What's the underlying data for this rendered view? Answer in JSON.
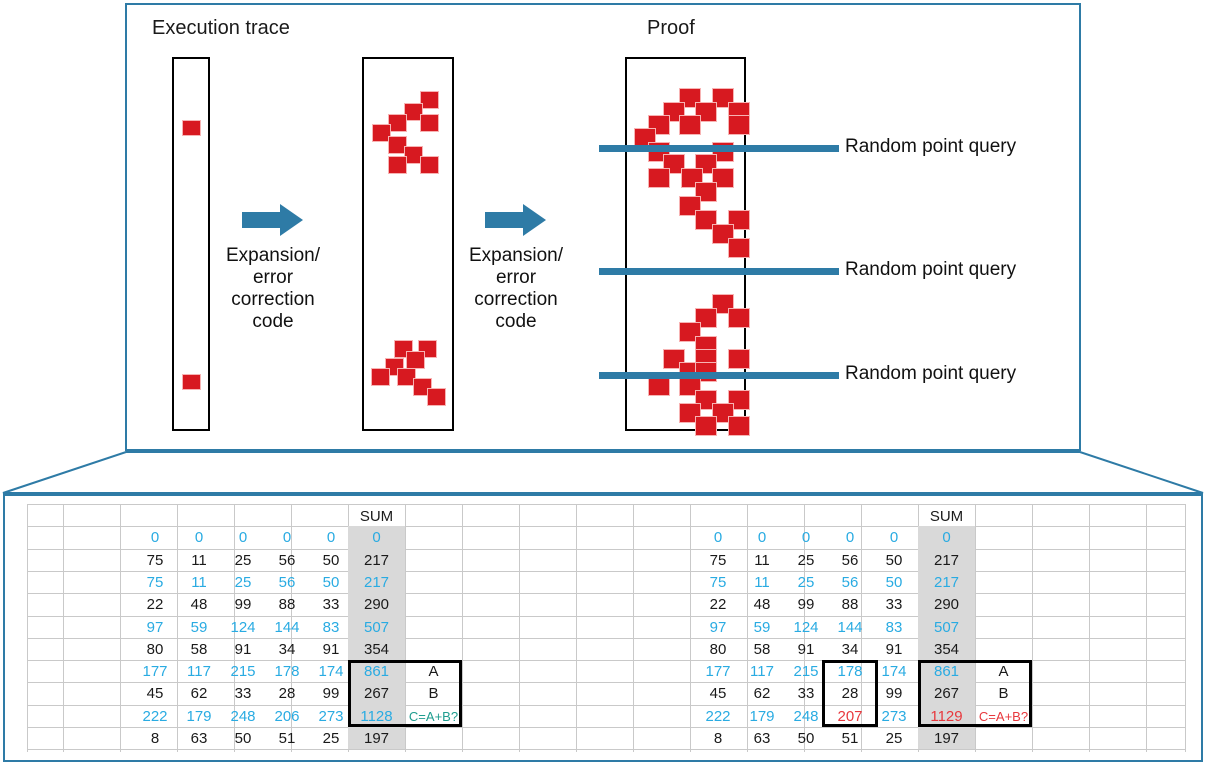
{
  "diagram": {
    "titles": {
      "left": "Execution trace",
      "right": "Proof"
    },
    "arrow_label": "Expansion/\nerror\ncorrection\ncode",
    "arrow_lines": [
      "Expansion/",
      "error",
      "correction",
      "code"
    ],
    "query_label": "Random point query",
    "queries": [
      "Random point query",
      "Random point query",
      "Random point query"
    ],
    "colors": {
      "frame": "#2E7BA6",
      "square": "#D71920",
      "arrow": "#2E7BA6",
      "query_line": "#2E7BA6",
      "box_border": "#000000"
    }
  },
  "table": {
    "sum_header": "SUM",
    "labels": {
      "a": "A",
      "b": "B",
      "c": "C=A+B?"
    },
    "colors": {
      "blue": "#29ABE2",
      "red": "#E8383D",
      "teal": "#1F9D8F",
      "dark": "#1a1a1a",
      "shade": "#d9d9d9",
      "gridline": "#c9c9c9"
    },
    "left": {
      "header": "SUM",
      "rows": [
        {
          "values": [
            "0",
            "0",
            "0",
            "0",
            "0"
          ],
          "sum": "0",
          "style": "blue"
        },
        {
          "values": [
            "75",
            "11",
            "25",
            "56",
            "50"
          ],
          "sum": "217",
          "style": "dark"
        },
        {
          "values": [
            "75",
            "11",
            "25",
            "56",
            "50"
          ],
          "sum": "217",
          "style": "blue"
        },
        {
          "values": [
            "22",
            "48",
            "99",
            "88",
            "33"
          ],
          "sum": "290",
          "style": "dark"
        },
        {
          "values": [
            "97",
            "59",
            "124",
            "144",
            "83"
          ],
          "sum": "507",
          "style": "blue"
        },
        {
          "values": [
            "80",
            "58",
            "91",
            "34",
            "91"
          ],
          "sum": "354",
          "style": "dark"
        },
        {
          "values": [
            "177",
            "117",
            "215",
            "178",
            "174"
          ],
          "sum": "861",
          "style": "blue"
        },
        {
          "values": [
            "45",
            "62",
            "33",
            "28",
            "99"
          ],
          "sum": "267",
          "style": "dark"
        },
        {
          "values": [
            "222",
            "179",
            "248",
            "206",
            "273"
          ],
          "sum": "1128",
          "style": "blue"
        },
        {
          "values": [
            "8",
            "63",
            "50",
            "51",
            "25"
          ],
          "sum": "197",
          "style": "dark"
        }
      ],
      "annotations": {
        "a": "A",
        "b": "B",
        "c": "C=A+B?",
        "c_color": "teal"
      },
      "highlight": {
        "sum_box": true,
        "col_box": false
      }
    },
    "right": {
      "header": "SUM",
      "rows": [
        {
          "values": [
            "0",
            "0",
            "0",
            "0",
            "0"
          ],
          "sum": "0",
          "style": "blue"
        },
        {
          "values": [
            "75",
            "11",
            "25",
            "56",
            "50"
          ],
          "sum": "217",
          "style": "dark"
        },
        {
          "values": [
            "75",
            "11",
            "25",
            "56",
            "50"
          ],
          "sum": "217",
          "style": "blue"
        },
        {
          "values": [
            "22",
            "48",
            "99",
            "88",
            "33"
          ],
          "sum": "290",
          "style": "dark"
        },
        {
          "values": [
            "97",
            "59",
            "124",
            "144",
            "83"
          ],
          "sum": "507",
          "style": "blue"
        },
        {
          "values": [
            "80",
            "58",
            "91",
            "34",
            "91"
          ],
          "sum": "354",
          "style": "dark"
        },
        {
          "values": [
            "177",
            "117",
            "215",
            "178",
            "174"
          ],
          "sum": "861",
          "style": "blue"
        },
        {
          "values": [
            "45",
            "62",
            "33",
            "28",
            "99"
          ],
          "sum": "267",
          "style": "dark"
        },
        {
          "values": [
            "222",
            "179",
            "248",
            "207",
            "273"
          ],
          "sum": "1129",
          "style": "blue",
          "tamper_col": 3,
          "sum_color": "red"
        },
        {
          "values": [
            "8",
            "63",
            "50",
            "51",
            "25"
          ],
          "sum": "197",
          "style": "dark"
        }
      ],
      "annotations": {
        "a": "A",
        "b": "B",
        "c": "C=A+B?",
        "c_color": "red"
      },
      "highlight": {
        "sum_box": true,
        "col_box": true
      }
    }
  }
}
